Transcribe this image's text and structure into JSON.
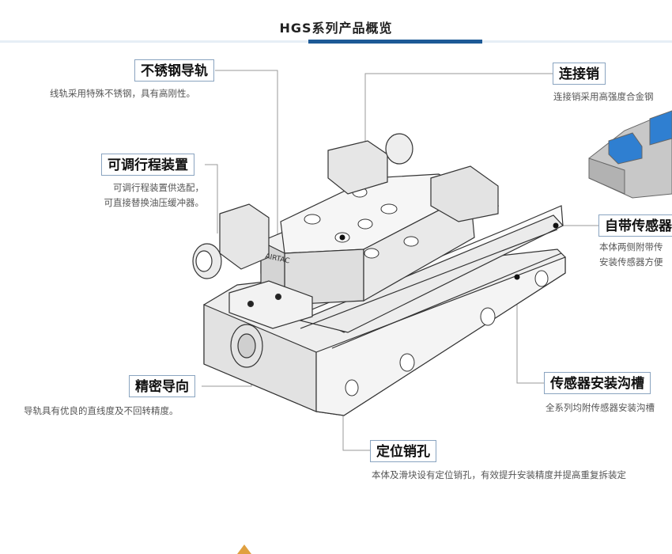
{
  "page": {
    "title": "HGS系列产品概览"
  },
  "features": {
    "stainless_rail": {
      "title": "不锈钢导轨",
      "desc": "线轨采用特殊不锈钢，具有高刚性。"
    },
    "adjustable_stroke": {
      "title": "可调行程装置",
      "desc_1": "可调行程装置供选配，",
      "desc_2": "可直接替换油压缓冲器。"
    },
    "precision_guide": {
      "title": "精密导向",
      "desc": "导轨具有优良的直线度及不回转精度。"
    },
    "connecting_pin": {
      "title": "连接销",
      "desc": "连接销采用高强度合金钢"
    },
    "built_in_sensor": {
      "title": "自带传感器",
      "desc_1": "本体两侧附带传",
      "desc_2": "安装传感器方便"
    },
    "sensor_groove": {
      "title": "传感器安装沟槽",
      "desc": "全系列均附传感器安装沟槽"
    },
    "positioning_pin_hole": {
      "title": "定位销孔",
      "desc": "本体及滑块设有定位销孔，有效提升安装精度并提高重复拆装定"
    }
  },
  "product": {
    "brand_mark": "AIRTAC"
  },
  "colors": {
    "accent": "#1d5a96",
    "leader": "#999999",
    "metal": "#d8d8d8"
  }
}
